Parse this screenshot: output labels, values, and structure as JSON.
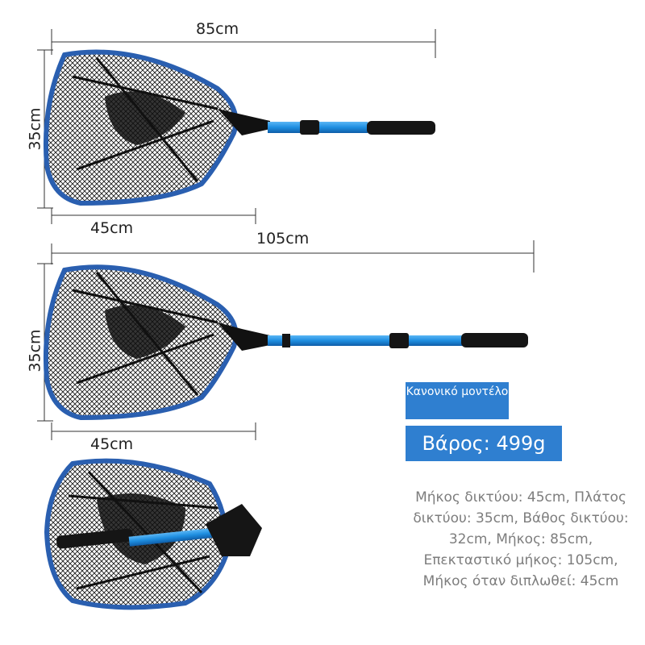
{
  "dimensions": {
    "top": {
      "length": "85cm",
      "width": "35cm",
      "folded": "45cm"
    },
    "middle": {
      "length": "105cm",
      "width": "35cm",
      "folded": "45cm"
    }
  },
  "badges": {
    "model": "Κανονικό μοντέλο",
    "weight": "Βάρος: 499g"
  },
  "specs": "Μήκος δικτύου: 45cm, Πλάτος δικτύου: 35cm, Βάθος δικτύου: 32cm, Μήκος: 85cm, Επεκταστικό μήκος: 105cm, Μήκος όταν διπλωθεί: 45cm",
  "colors": {
    "accent": "#2f7fd0",
    "rim": "#2a5fb0",
    "net": "#1c1c1c",
    "pole": "#1e8ee0"
  }
}
